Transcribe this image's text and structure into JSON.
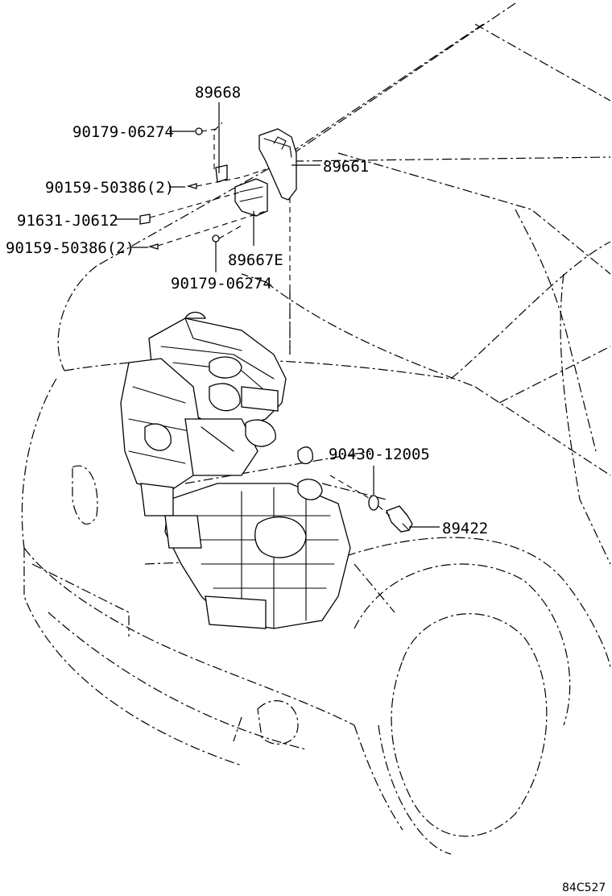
{
  "labels": {
    "p89668": "89668",
    "p90179_top": "90179-06274",
    "p90159_a": "90159-50386(2)",
    "p91631": "91631-J0612",
    "p90159_b": "90159-50386(2)",
    "p89661": "89661",
    "p89667e": "89667E",
    "p90179_bot": "90179-06274",
    "p90430": "90430-12005",
    "p89422": "89422"
  },
  "diagram_code": "84C527"
}
